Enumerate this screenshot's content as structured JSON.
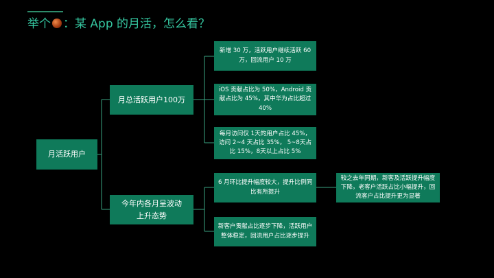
{
  "title": {
    "prefix": "举个",
    "suffix": "：某 App 的月活，怎么看？"
  },
  "nodes": {
    "root": "月活跃用户",
    "mid1": "月总活跃用户100万",
    "mid2": "今年内各月呈波动上升态势",
    "leaf1": "新增 30 万，活跃用户继续活跃 60 万，回流用户 10 万",
    "leaf2": "iOS 贡献占比为 50%，Android 贡献占比为 45%，其中华为占比超过 40%",
    "leaf3": "每月访问仅 1天的用户占比 45%，访问 2~4 天占比 35%， 5~8天占比 15%，8天以上占比 5%",
    "leaf4": "6 月环比提升幅度较大，提升比例同比有所提升",
    "leaf5": "新客户贡献占比逐步下降，活跃用户整体稳定，回流用户占比逐步提升",
    "leaf6": "较之去年同期，新客及活跃提升幅度下降，老客户活跃占比小幅提升，回流客户占比提升更为显著"
  },
  "colors": {
    "box": "#0f7a5a",
    "title": "#35c6a0",
    "line": "#3aa582"
  }
}
